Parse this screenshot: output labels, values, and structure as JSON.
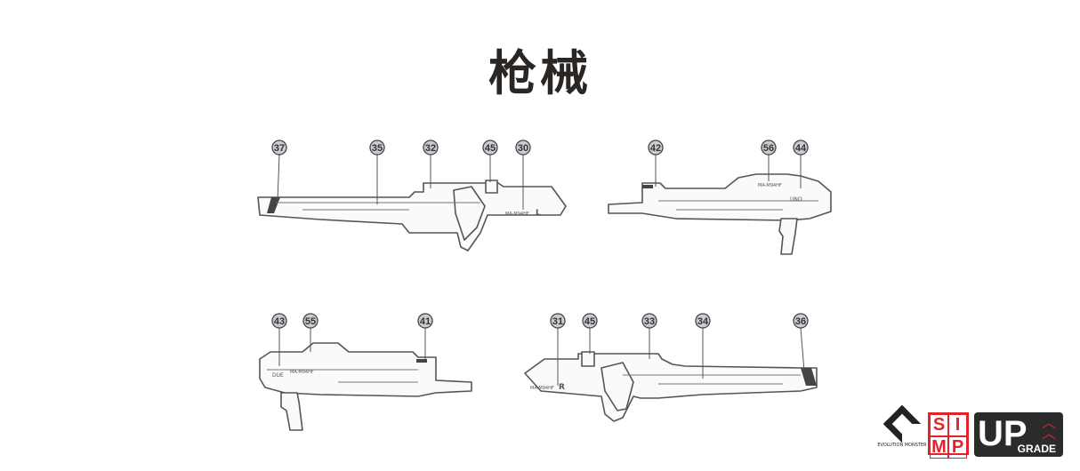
{
  "title": "枪械",
  "weapons": [
    {
      "name": "rifle-left",
      "callouts": [
        "37",
        "35",
        "32",
        "45",
        "30"
      ],
      "markings": [
        "MA-M94HF",
        "L"
      ]
    },
    {
      "name": "rifle-uno",
      "callouts": [
        "42",
        "56",
        "44"
      ],
      "markings": [
        "MA-M94HF",
        "UNO"
      ]
    },
    {
      "name": "rifle-due",
      "callouts": [
        "43",
        "55",
        "41"
      ],
      "markings": [
        "MA-M94HF",
        "DUE"
      ]
    },
    {
      "name": "rifle-right",
      "callouts": [
        "31",
        "45",
        "33",
        "34",
        "36"
      ],
      "markings": [
        "MA-M94HF",
        "R"
      ]
    }
  ],
  "logos": {
    "evolution_monster": "EVOLUTION MONSTER",
    "simp": [
      "S",
      "I",
      "M",
      "P"
    ],
    "upgrade_big": "UP",
    "upgrade_small": "GRADE"
  }
}
